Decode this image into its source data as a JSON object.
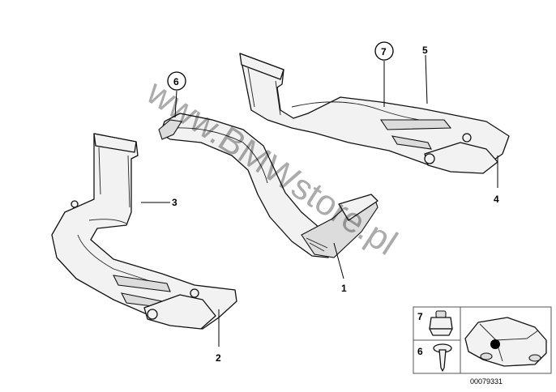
{
  "watermark": "www.BMWstore.pl",
  "callouts": {
    "c1": "1",
    "c2": "2",
    "c3": "3",
    "c4": "4",
    "c5": "5",
    "c6": "6",
    "c7": "7"
  },
  "inset": {
    "label_top": "7",
    "label_bottom": "6"
  },
  "document_number": "00079331"
}
